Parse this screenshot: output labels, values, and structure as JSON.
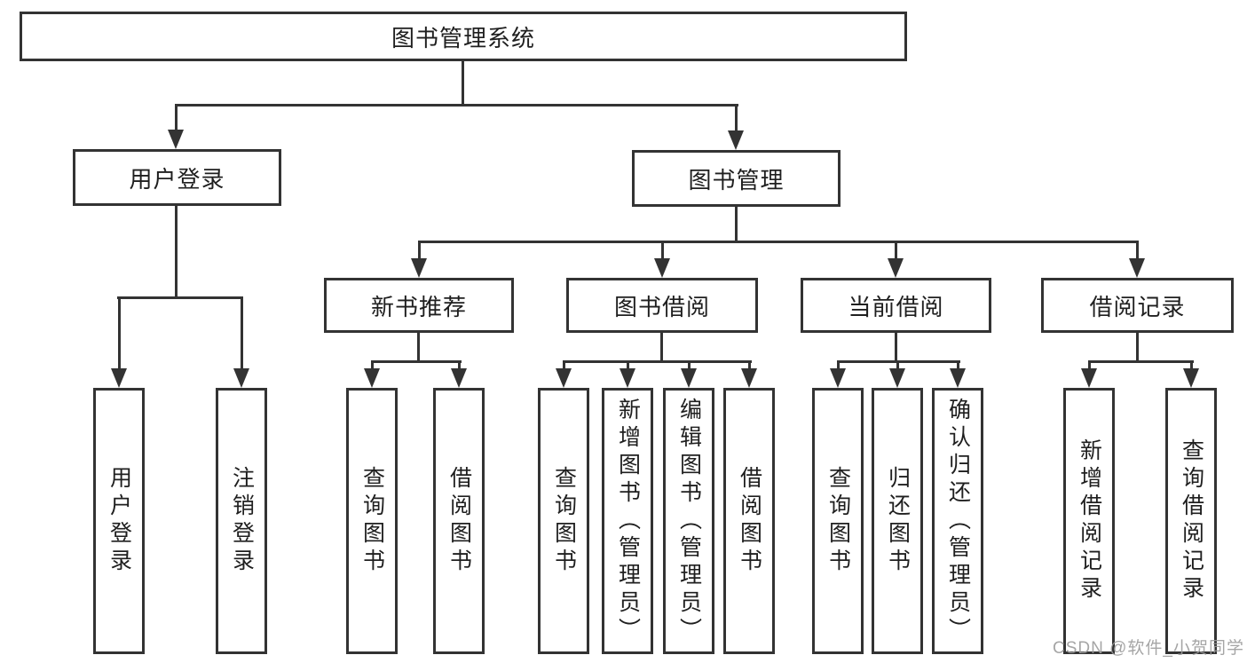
{
  "diagram": {
    "root": {
      "label": "图书管理系统"
    },
    "branches": [
      {
        "label": "用户登录",
        "children": [
          {
            "label": "用户登录"
          },
          {
            "label": "注销登录"
          }
        ]
      },
      {
        "label": "图书管理",
        "children": [
          {
            "label": "新书推荐",
            "children": [
              {
                "label": "查询图书"
              },
              {
                "label": "借阅图书"
              }
            ]
          },
          {
            "label": "图书借阅",
            "children": [
              {
                "label": "查询图书"
              },
              {
                "label": "新增图书（管理员）"
              },
              {
                "label": "编辑图书（管理员）"
              },
              {
                "label": "借阅图书"
              }
            ]
          },
          {
            "label": "当前借阅",
            "children": [
              {
                "label": "查询图书"
              },
              {
                "label": "归还图书"
              },
              {
                "label": "确认归还（管理员）"
              }
            ]
          },
          {
            "label": "借阅记录",
            "children": [
              {
                "label": "新增借阅记录"
              },
              {
                "label": "查询借阅记录"
              }
            ]
          }
        ]
      }
    ]
  },
  "watermark": {
    "text": "CSDN @软件_小贺同学"
  },
  "colors": {
    "line": "#333333",
    "text": "#1f1f1f",
    "background": "#ffffff",
    "watermark": "#9c9c9c"
  }
}
